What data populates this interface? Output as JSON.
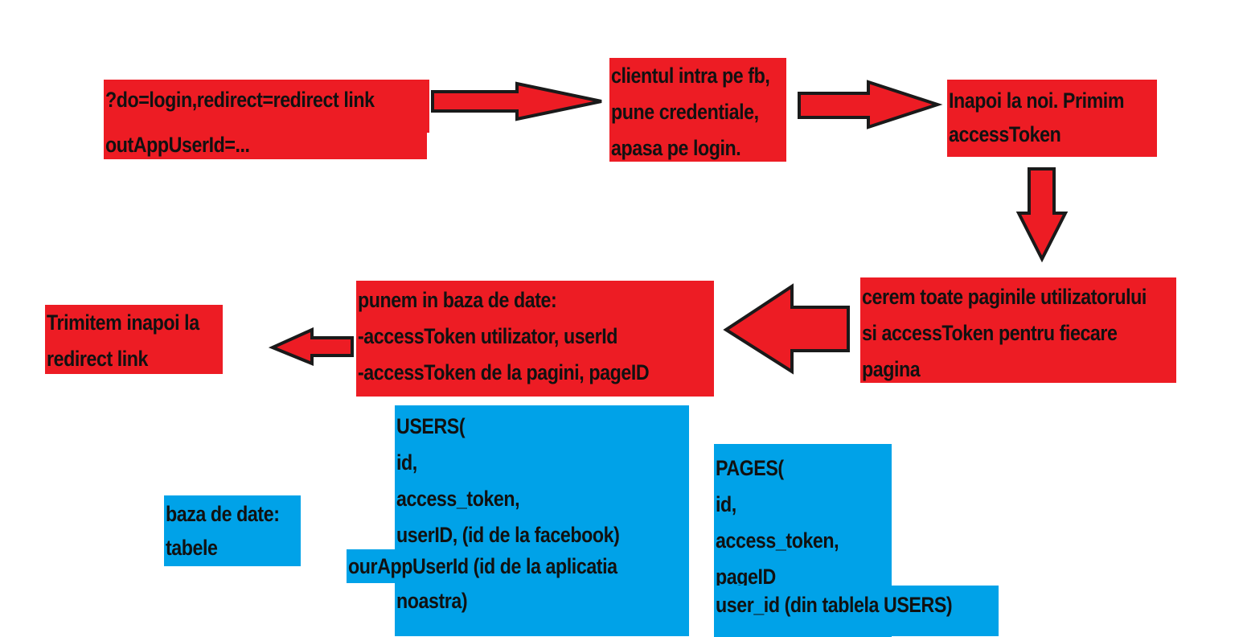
{
  "colors": {
    "process": "#ed1c24",
    "database": "#00a2e8",
    "outline": "#1a1a1a",
    "background": "#ffffff"
  },
  "steps": {
    "login_request": [
      "?do=login,redirect=redirect link",
      "outAppUserId=..."
    ],
    "facebook_login": [
      "clientul intra pe fb,",
      "pune credentiale,",
      "apasa pe login."
    ],
    "return_token": [
      "Inapoi la noi. Primim",
      "accessToken"
    ],
    "request_pages": [
      "cerem toate paginile utilizatorului",
      "si accessToken pentru fiecare",
      "pagina"
    ],
    "save_db": [
      "punem in baza de date:",
      "-accessToken utilizator, userId",
      "-accessToken de la pagini, pageID"
    ],
    "redirect_back": [
      "Trimitem inapoi la",
      "redirect link"
    ]
  },
  "database": {
    "label": [
      "baza de date:",
      "tabele"
    ],
    "users_table": [
      "USERS(",
      "id,",
      "access_token,",
      "userID, (id de la facebook)",
      "ourAppUserId (id de la aplicatia",
      "noastra)"
    ],
    "pages_table": [
      "PAGES(",
      "id,",
      "access_token,",
      "pageID",
      "user_id (din tablela USERS)"
    ]
  }
}
